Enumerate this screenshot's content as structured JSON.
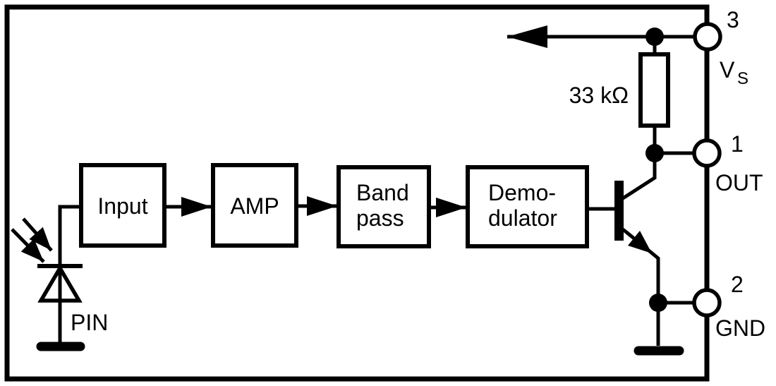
{
  "colors": {
    "ink": "#000000",
    "background": "#ffffff"
  },
  "blocks": [
    {
      "id": "input",
      "lines": [
        "Input"
      ]
    },
    {
      "id": "amp",
      "lines": [
        "AMP"
      ]
    },
    {
      "id": "band-pass",
      "lines": [
        "Band",
        "pass"
      ]
    },
    {
      "id": "demodulator",
      "lines": [
        "Demo-",
        "dulator"
      ]
    }
  ],
  "components": {
    "resistor_value": "33 kΩ",
    "photodiode_label": "PIN"
  },
  "pins": [
    {
      "number": "3",
      "name": "V",
      "name_subscript": "S"
    },
    {
      "number": "1",
      "name": "OUT"
    },
    {
      "number": "2",
      "name": "GND"
    }
  ]
}
